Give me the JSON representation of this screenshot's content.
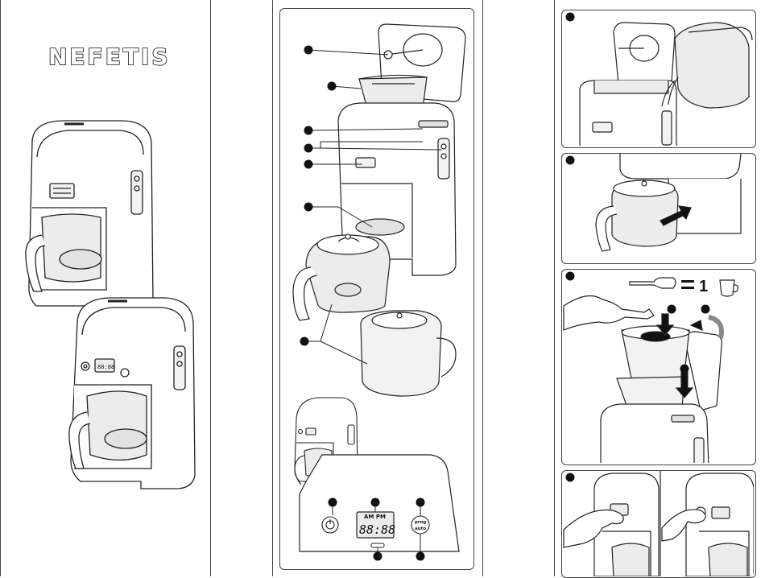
{
  "brand": {
    "logo_text": "NEFETIS"
  },
  "control_panel": {
    "lcd_indicators": "AM PM",
    "lcd_digits": "88:88",
    "prog_label": "prog",
    "auto_label": "auto"
  },
  "step3": {
    "measure_count": "1",
    "equals_sign": "="
  },
  "colors": {
    "line": "#222222",
    "fill_light": "#f2f2f2",
    "fill_shade": "#e2e2e2",
    "carafe_tint": "#ececec"
  },
  "icons": [
    "drip-coffee-maker-icon",
    "carafe-icon",
    "filter-basket-icon",
    "measuring-spoon-icon",
    "cup-icon",
    "hand-icon",
    "power-button-icon",
    "arrow-icon"
  ]
}
